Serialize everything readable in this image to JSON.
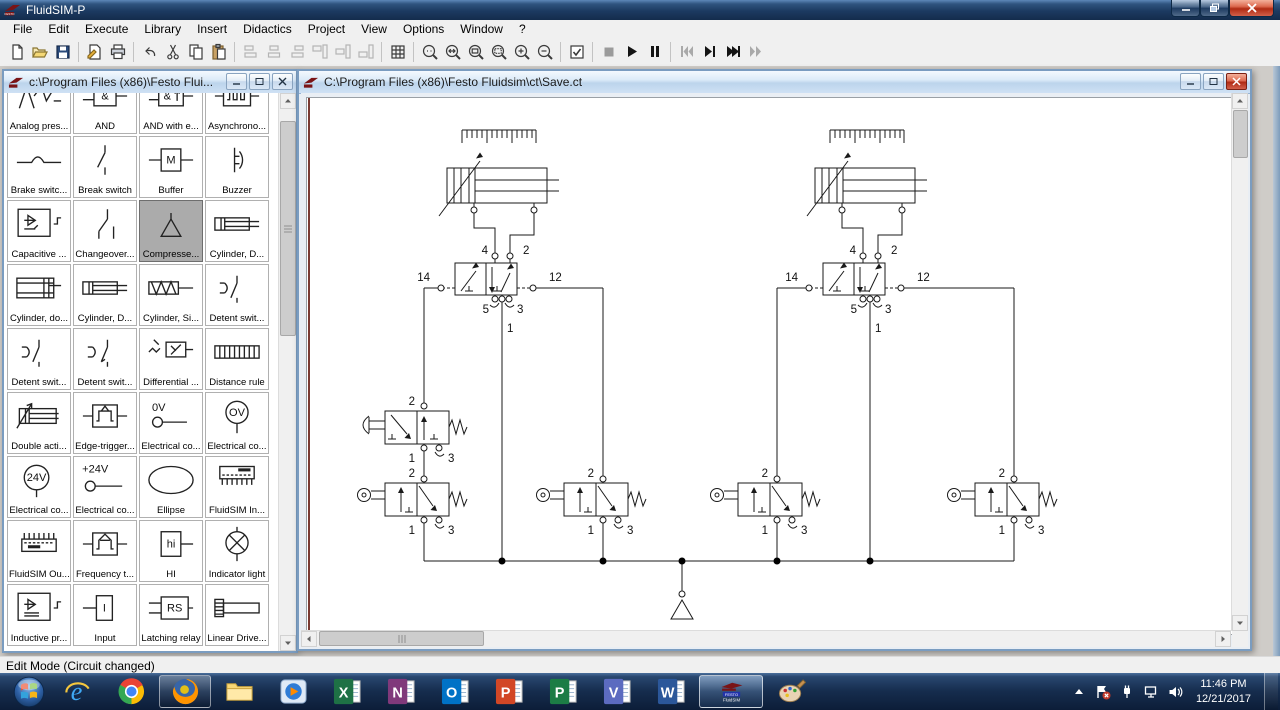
{
  "app": {
    "title": "FluidSIM-P"
  },
  "menu": {
    "items": [
      "File",
      "Edit",
      "Execute",
      "Library",
      "Insert",
      "Didactics",
      "Project",
      "View",
      "Options",
      "Window",
      "?"
    ]
  },
  "toolbar": {
    "buttons": [
      "new",
      "open",
      "save",
      "|",
      "page-setup",
      "print",
      "|",
      "undo",
      "cut",
      "copy",
      "paste",
      "|",
      "align-left",
      "align-center",
      "align-right",
      "distribute-1",
      "distribute-2",
      "distribute-3",
      "|",
      "grid",
      "|",
      "zoom-original",
      "zoom-fit",
      "zoom-window",
      "zoom-rect",
      "zoom-in",
      "zoom-out",
      "|",
      "check-drawing",
      "|",
      "stop",
      "play",
      "pause",
      "|",
      "to-start",
      "step",
      "to-end",
      "fast-forward"
    ],
    "disabled": [
      "align-left",
      "align-center",
      "align-right",
      "distribute-1",
      "distribute-2",
      "distribute-3",
      "stop",
      "to-start",
      "fast-forward"
    ]
  },
  "library": {
    "title": "c:\\Program Files (x86)\\Festo Flui...",
    "items": [
      {
        "label": "Analog pres...",
        "icon": "analog"
      },
      {
        "label": "AND",
        "icon": "and"
      },
      {
        "label": "AND with e...",
        "icon": "andedge"
      },
      {
        "label": "Asynchrono...",
        "icon": "async"
      },
      {
        "label": "Brake switc...",
        "icon": "brake"
      },
      {
        "label": "Break switch",
        "icon": "breaksw"
      },
      {
        "label": "Buffer",
        "icon": "buffer"
      },
      {
        "label": "Buzzer",
        "icon": "buzzer"
      },
      {
        "label": "Capacitive ...",
        "icon": "capacitive"
      },
      {
        "label": "Changeover...",
        "icon": "changeover"
      },
      {
        "label": "Compresse...",
        "icon": "airsupply",
        "selected": true
      },
      {
        "label": "Cylinder, D...",
        "icon": "cyl1"
      },
      {
        "label": "Cylinder, do...",
        "icon": "cyl2"
      },
      {
        "label": "Cylinder, D...",
        "icon": "cyl1"
      },
      {
        "label": "Cylinder, Si...",
        "icon": "cylspring"
      },
      {
        "label": "Detent swit...",
        "icon": "detent"
      },
      {
        "label": "Detent swit...",
        "icon": "detent"
      },
      {
        "label": "Detent swit...",
        "icon": "detent2"
      },
      {
        "label": "Differential ...",
        "icon": "differential"
      },
      {
        "label": "Distance rule",
        "icon": "rulericon"
      },
      {
        "label": "Double acti...",
        "icon": "doubleact"
      },
      {
        "label": "Edge-trigger...",
        "icon": "edgetrig"
      },
      {
        "label": "Electrical co...",
        "icon": "conn0v"
      },
      {
        "label": "Electrical co...",
        "icon": "circ0v"
      },
      {
        "label": "Electrical co...",
        "icon": "circ24v"
      },
      {
        "label": "Electrical co...",
        "icon": "conn24v"
      },
      {
        "label": "Ellipse",
        "icon": "ellipse"
      },
      {
        "label": "FluidSIM In...",
        "icon": "fsimin"
      },
      {
        "label": "FluidSIM Ou...",
        "icon": "fsimout"
      },
      {
        "label": "Frequency t...",
        "icon": "freq"
      },
      {
        "label": "HI",
        "icon": "hibox"
      },
      {
        "label": "Indicator light",
        "icon": "indicator"
      },
      {
        "label": "Inductive pr...",
        "icon": "inductive"
      },
      {
        "label": "Input",
        "icon": "inputbox"
      },
      {
        "label": "Latching relay",
        "icon": "latching"
      },
      {
        "label": "Linear Drive...",
        "icon": "lineardrive"
      }
    ]
  },
  "circuit_window": {
    "title": "C:\\Program Files (x86)\\Festo Fluidsim\\ct\\Save.ct"
  },
  "circuit": {
    "labels": {
      "p1": "1",
      "p2": "2",
      "p3": "3",
      "p4": "4",
      "p5": "5",
      "p12": "12",
      "p14": "14"
    }
  },
  "statusbar": {
    "text": "Edit Mode (Circuit changed)"
  },
  "taskbar": {
    "apps": [
      {
        "id": "ie"
      },
      {
        "id": "chrome"
      },
      {
        "id": "firefox",
        "state": "open"
      },
      {
        "id": "explorer"
      },
      {
        "id": "wmp"
      },
      {
        "id": "excel"
      },
      {
        "id": "onenote"
      },
      {
        "id": "outlook"
      },
      {
        "id": "powerpoint"
      },
      {
        "id": "publisher"
      },
      {
        "id": "visio"
      },
      {
        "id": "word"
      },
      {
        "id": "fluidsim",
        "state": "active"
      },
      {
        "id": "paint"
      }
    ],
    "clock": {
      "time": "11:46 PM",
      "date": "12/21/2017"
    }
  },
  "colors": {
    "titlebar": "#1c3a61",
    "taskbar": "#162d4e",
    "close_red": "#b02b14",
    "selected_cell": "#ababab"
  }
}
